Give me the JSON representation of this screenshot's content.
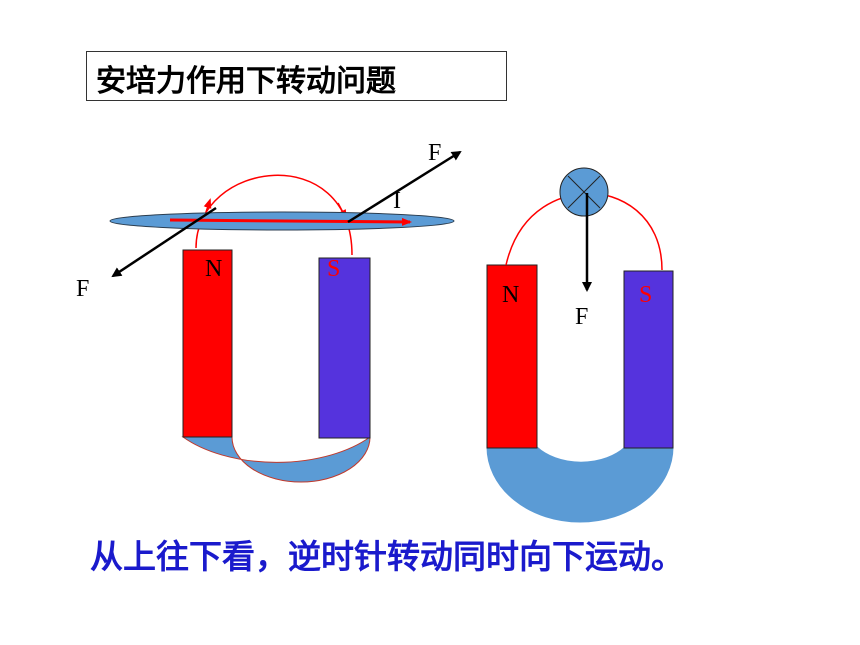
{
  "title": "安培力作用下转动问题",
  "caption": "从上往下看，逆时针转动同时向下运动。",
  "colors": {
    "north_pole": "#ff0000",
    "south_pole": "#5533dd",
    "magnet_base": "#5b9bd5",
    "field_line": "#ff0000",
    "caption_text": "#1a1acc",
    "force_arrow": "#000000"
  },
  "left_diagram": {
    "force_top_label": "F",
    "force_bottom_label": "F",
    "current_label": "I",
    "north_label": "N",
    "south_label": "S"
  },
  "right_diagram": {
    "force_label": "F",
    "north_label": "N",
    "south_label": "S",
    "wire_symbol": "current-into-page-icon"
  }
}
